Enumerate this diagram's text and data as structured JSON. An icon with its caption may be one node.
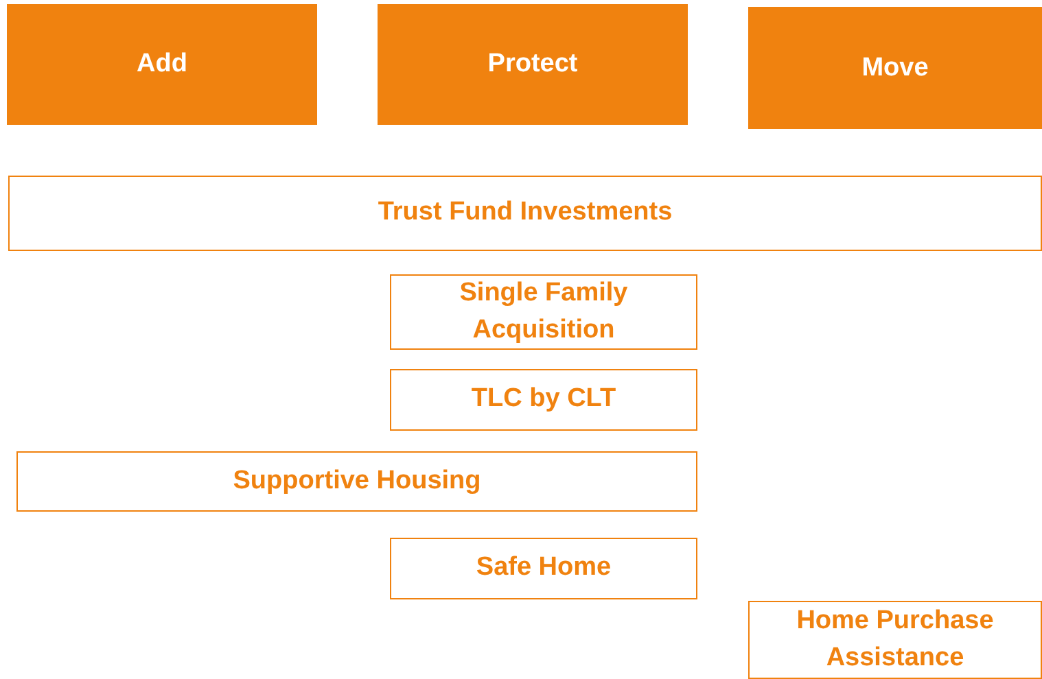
{
  "diagram": {
    "nodes": [
      {
        "text": [
          "Add"
        ]
      },
      {
        "text": [
          "Protect"
        ]
      },
      {
        "text": [
          "Move"
        ]
      },
      {
        "text": [
          "Trust Fund Investments"
        ]
      },
      {
        "text": [
          "Single Family Acquisition"
        ]
      },
      {
        "text": [
          "TLC by CLT"
        ]
      },
      {
        "text": [
          "Supportive Housing"
        ]
      },
      {
        "text": [
          "Safe Home"
        ]
      },
      {
        "text": [
          "Home Purchase Assistance"
        ]
      }
    ]
  }
}
